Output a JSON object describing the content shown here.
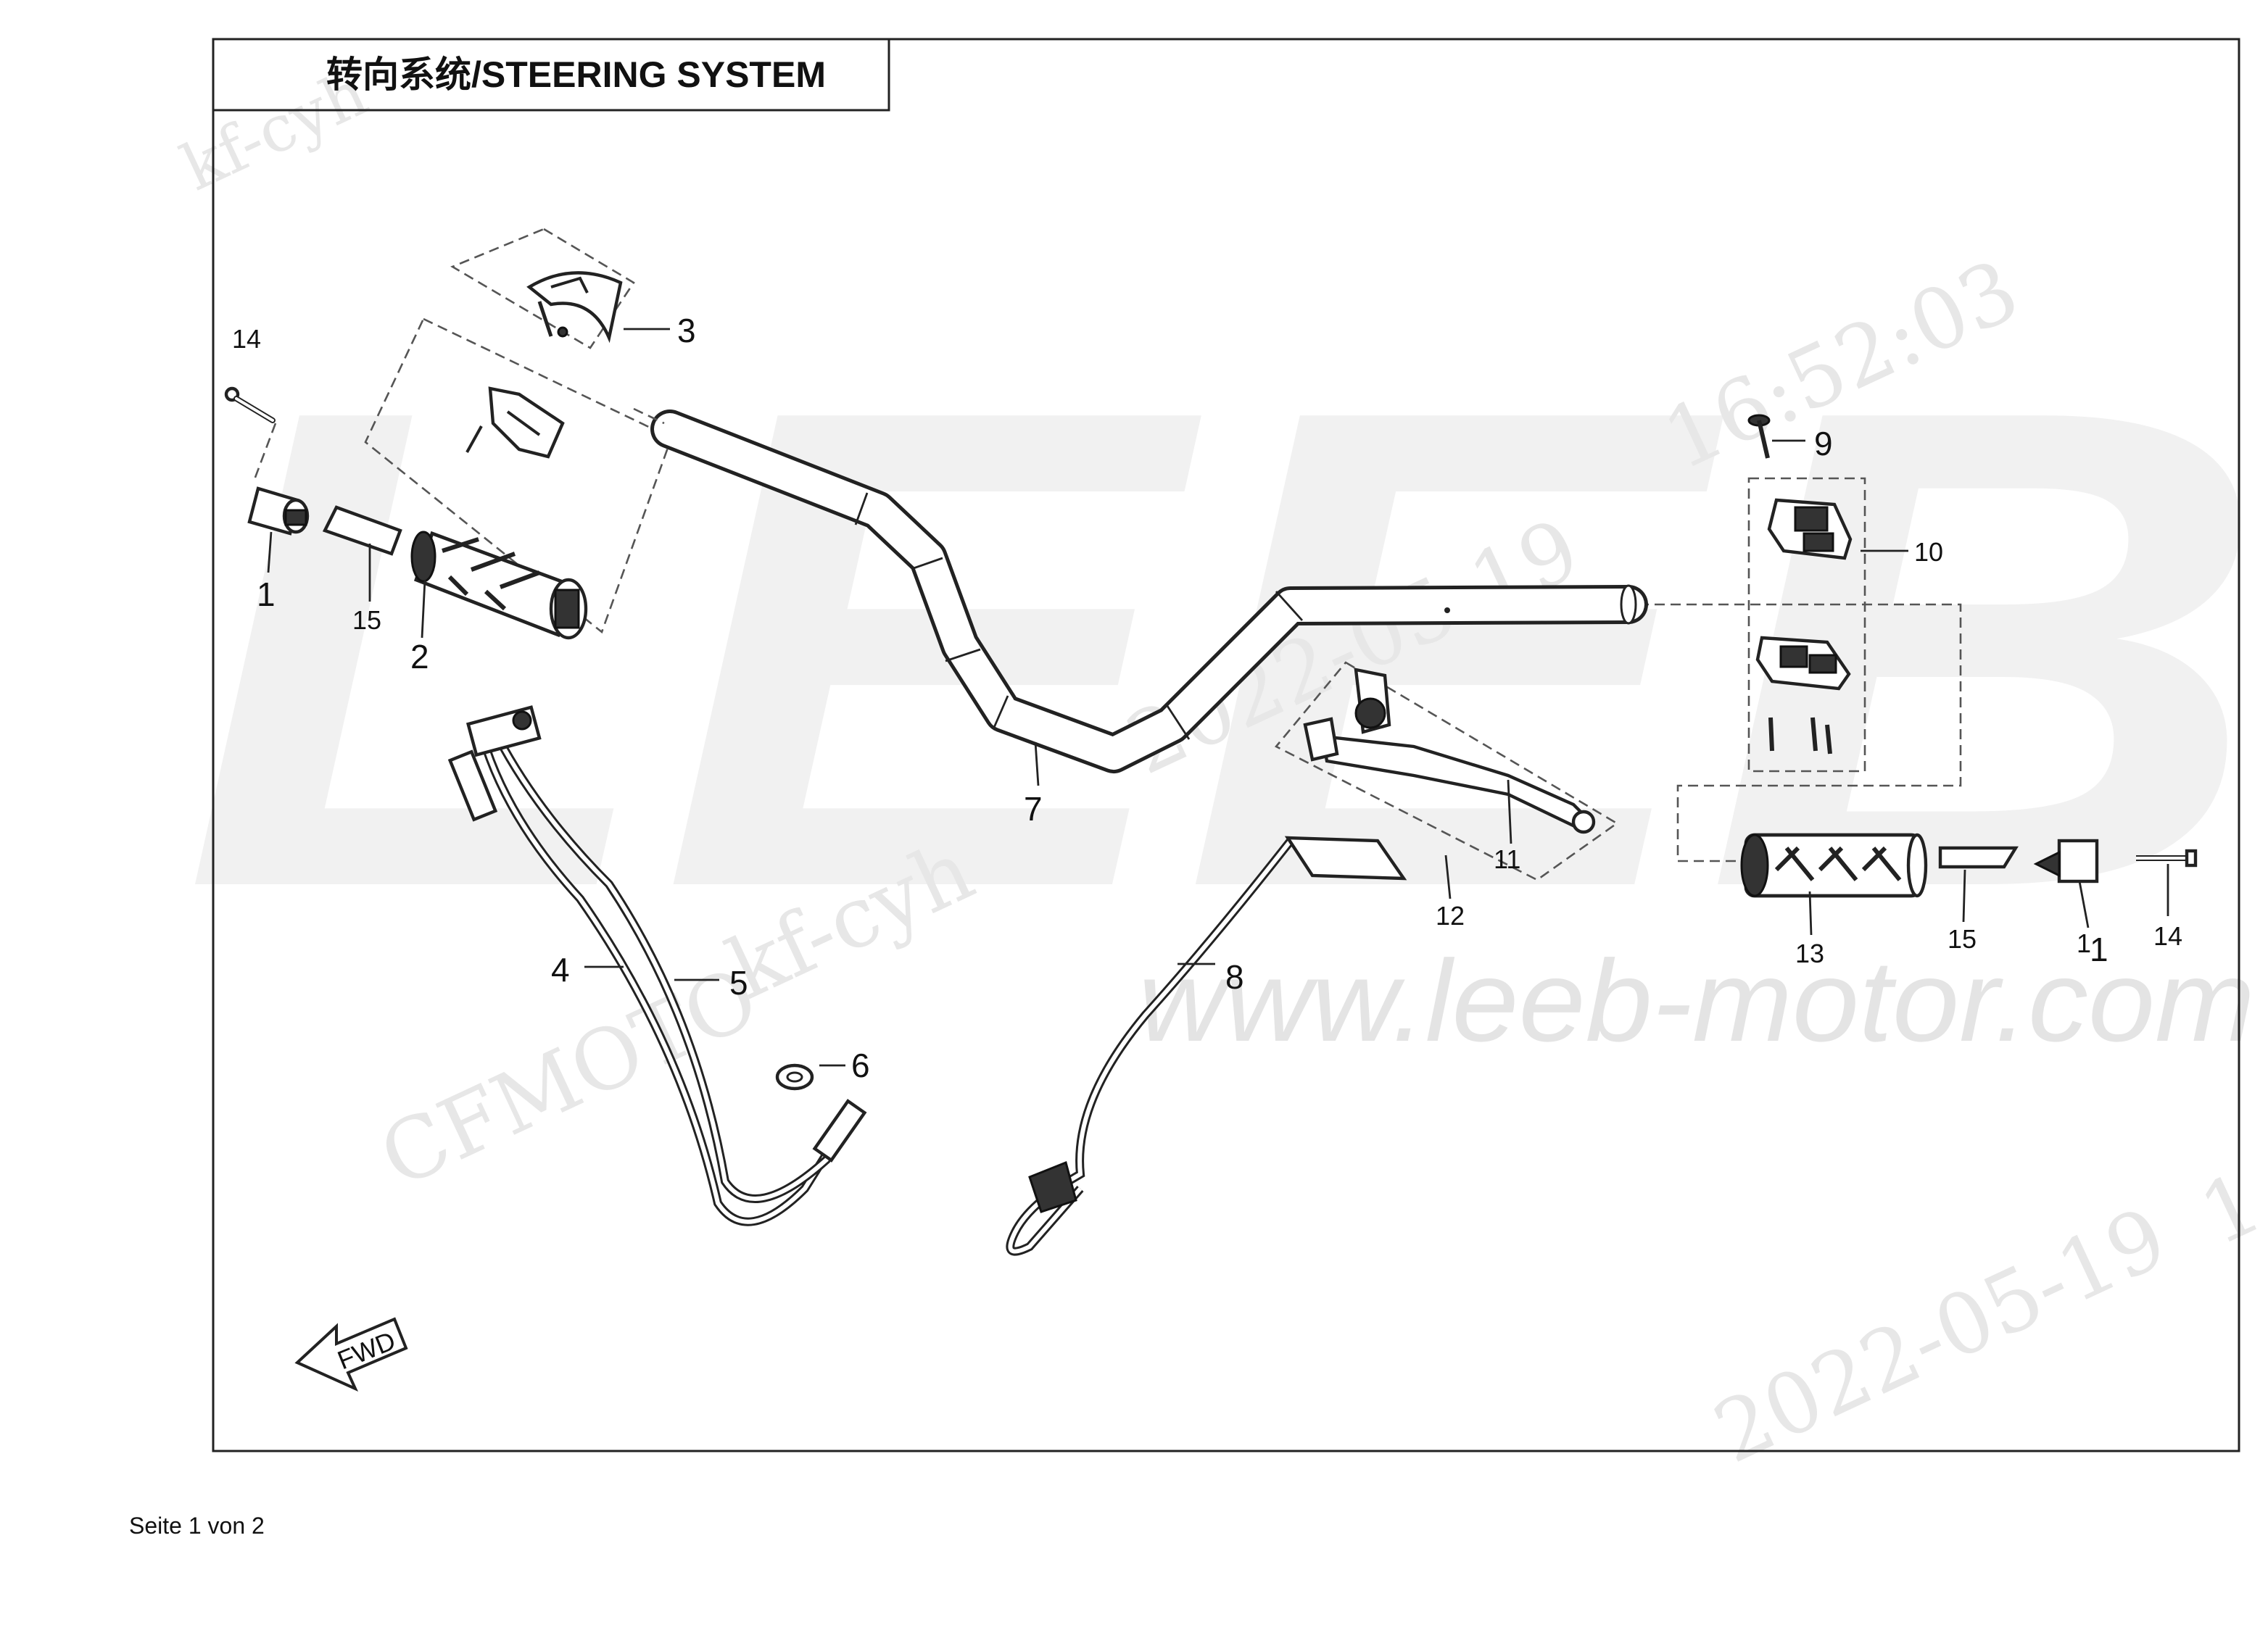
{
  "title": "转向系统/STEERING SYSTEM",
  "footer": "Seite 1 von 2",
  "watermarks": {
    "brand": "LEEB",
    "url": "www.leeb-motor.com",
    "kf_top": "kf-cyh",
    "kf_mid": "kf-cyh",
    "cfmoto": "CFMOTO",
    "date_mid": "2022-05-19",
    "time_mid": "16:52:03",
    "date_bottom": "2022-05-19",
    "edge_digit": "1"
  },
  "fwd_label": "FWD",
  "callouts": {
    "c1_left": "1",
    "c15_left": "15",
    "c2": "2",
    "c3": "3",
    "c14_left": "14",
    "c4": "4",
    "c5": "5",
    "c6": "6",
    "c7": "7",
    "c8": "8",
    "c9": "9",
    "c10": "10",
    "c11": "11",
    "c12": "12",
    "c13": "13",
    "c15_right": "15",
    "c1_right": "1",
    "c1_right_small": "1",
    "c14_right": "14"
  }
}
